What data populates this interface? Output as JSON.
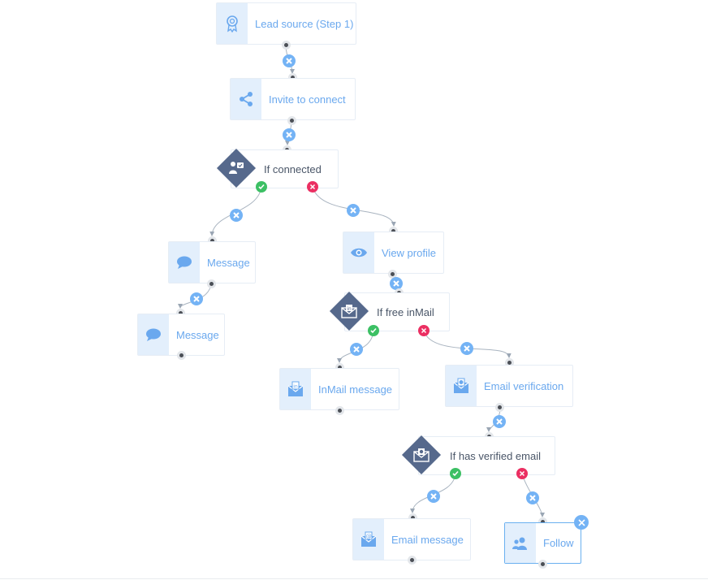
{
  "workflow": {
    "lead_source": {
      "label": "Lead source (Step 1)",
      "icon": "award-badge-icon"
    },
    "invite": {
      "label": "Invite to connect",
      "icon": "share-icon"
    },
    "if_connected": {
      "label": "If connected",
      "icon": "person-check-icon"
    },
    "message_1": {
      "label": "Message",
      "icon": "chat-bubble-icon"
    },
    "message_2": {
      "label": "Message",
      "icon": "chat-bubble-icon"
    },
    "view_profile": {
      "label": "View profile",
      "icon": "eye-icon"
    },
    "if_free_inmail": {
      "label": "If free inMail",
      "icon": "inmail-envelope-icon"
    },
    "inmail_message": {
      "label": "InMail message",
      "icon": "inmail-envelope-icon"
    },
    "email_verification": {
      "label": "Email verification",
      "icon": "verified-envelope-icon"
    },
    "if_verified_email": {
      "label": "If has verified email",
      "icon": "verified-envelope-icon"
    },
    "email_message": {
      "label": "Email message",
      "icon": "at-envelope-icon"
    },
    "follow": {
      "label": "Follow",
      "icon": "follow-users-icon"
    }
  },
  "colors": {
    "accent_blue": "#6aa8ee",
    "icon_bg": "#e3effc",
    "diamond": "#56698c",
    "yes_green": "#3cc064",
    "no_red": "#eb2f62"
  }
}
